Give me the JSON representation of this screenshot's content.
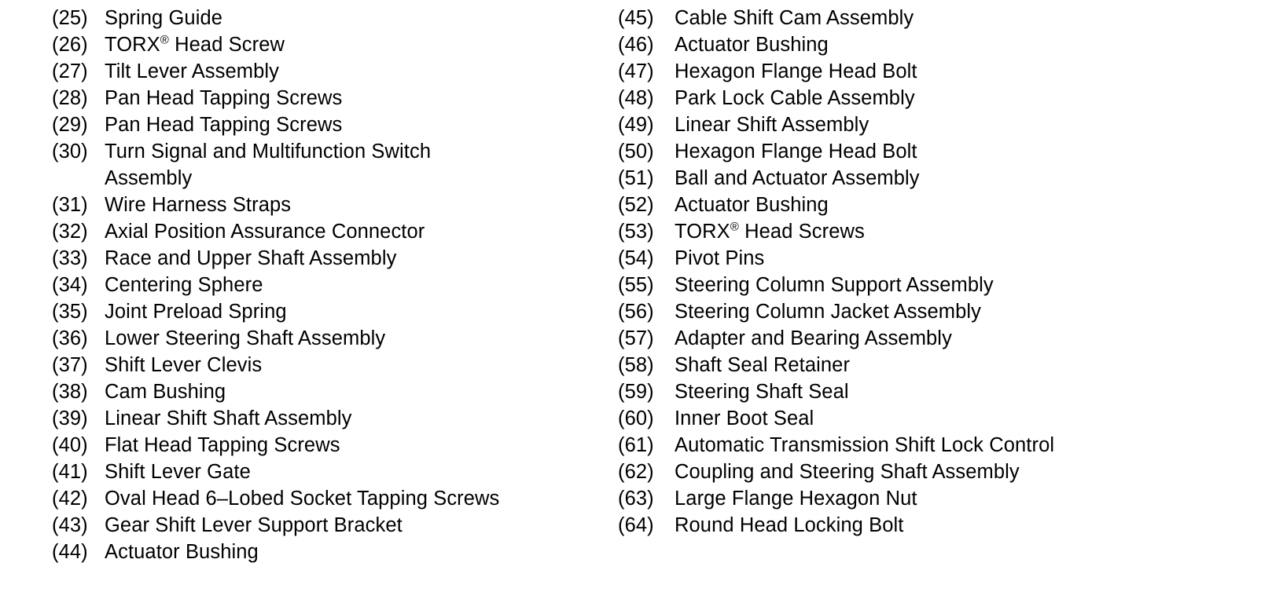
{
  "document": {
    "type": "parts-legend",
    "background_color": "#ffffff",
    "text_color": "#000000"
  },
  "columns": [
    {
      "name": "left-column",
      "items": [
        {
          "number": "(25)",
          "label": "Spring Guide"
        },
        {
          "number": "(26)",
          "label": "TORX® Head Screw",
          "has_registered_mark": true,
          "label_before_mark": "TORX",
          "label_after_mark": " Head Screw"
        },
        {
          "number": "(27)",
          "label": "Tilt Lever Assembly"
        },
        {
          "number": "(28)",
          "label": "Pan Head Tapping Screws"
        },
        {
          "number": "(29)",
          "label": "Pan Head Tapping Screws"
        },
        {
          "number": "(30)",
          "label": "Turn Signal and Multifunction Switch Assembly",
          "wraps": true
        },
        {
          "number": "(31)",
          "label": "Wire Harness Straps"
        },
        {
          "number": "(32)",
          "label": "Axial Position Assurance Connector"
        },
        {
          "number": "(33)",
          "label": "Race and Upper Shaft Assembly"
        },
        {
          "number": "(34)",
          "label": "Centering Sphere"
        },
        {
          "number": "(35)",
          "label": "Joint Preload Spring"
        },
        {
          "number": "(36)",
          "label": "Lower Steering Shaft Assembly"
        },
        {
          "number": "(37)",
          "label": "Shift Lever Clevis"
        },
        {
          "number": "(38)",
          "label": "Cam Bushing"
        },
        {
          "number": "(39)",
          "label": "Linear Shift Shaft Assembly"
        },
        {
          "number": "(40)",
          "label": "Flat Head Tapping Screws"
        },
        {
          "number": "(41)",
          "label": "Shift Lever Gate"
        },
        {
          "number": "(42)",
          "label": "Oval Head 6–Lobed Socket Tapping Screws"
        },
        {
          "number": "(43)",
          "label": "Gear Shift Lever Support Bracket"
        },
        {
          "number": "(44)",
          "label": "Actuator Bushing"
        }
      ]
    },
    {
      "name": "right-column",
      "items": [
        {
          "number": "(45)",
          "label": "Cable Shift Cam Assembly"
        },
        {
          "number": "(46)",
          "label": "Actuator Bushing"
        },
        {
          "number": "(47)",
          "label": "Hexagon Flange Head Bolt"
        },
        {
          "number": "(48)",
          "label": "Park Lock Cable Assembly"
        },
        {
          "number": "(49)",
          "label": "Linear Shift Assembly"
        },
        {
          "number": "(50)",
          "label": "Hexagon Flange Head Bolt"
        },
        {
          "number": "(51)",
          "label": "Ball and Actuator Assembly"
        },
        {
          "number": "(52)",
          "label": "Actuator Bushing"
        },
        {
          "number": "(53)",
          "label": "TORX® Head Screws",
          "has_registered_mark": true,
          "label_before_mark": "TORX",
          "label_after_mark": " Head Screws"
        },
        {
          "number": "(54)",
          "label": "Pivot Pins"
        },
        {
          "number": "(55)",
          "label": "Steering Column Support Assembly"
        },
        {
          "number": "(56)",
          "label": "Steering Column Jacket Assembly"
        },
        {
          "number": "(57)",
          "label": "Adapter and Bearing Assembly"
        },
        {
          "number": "(58)",
          "label": "Shaft Seal Retainer"
        },
        {
          "number": "(59)",
          "label": "Steering Shaft Seal"
        },
        {
          "number": "(60)",
          "label": "Inner Boot Seal"
        },
        {
          "number": "(61)",
          "label": "Automatic Transmission Shift Lock Control"
        },
        {
          "number": "(62)",
          "label": "Coupling and Steering Shaft Assembly"
        },
        {
          "number": "(63)",
          "label": "Large Flange Hexagon Nut"
        },
        {
          "number": "(64)",
          "label": "Round Head Locking Bolt"
        }
      ]
    }
  ]
}
